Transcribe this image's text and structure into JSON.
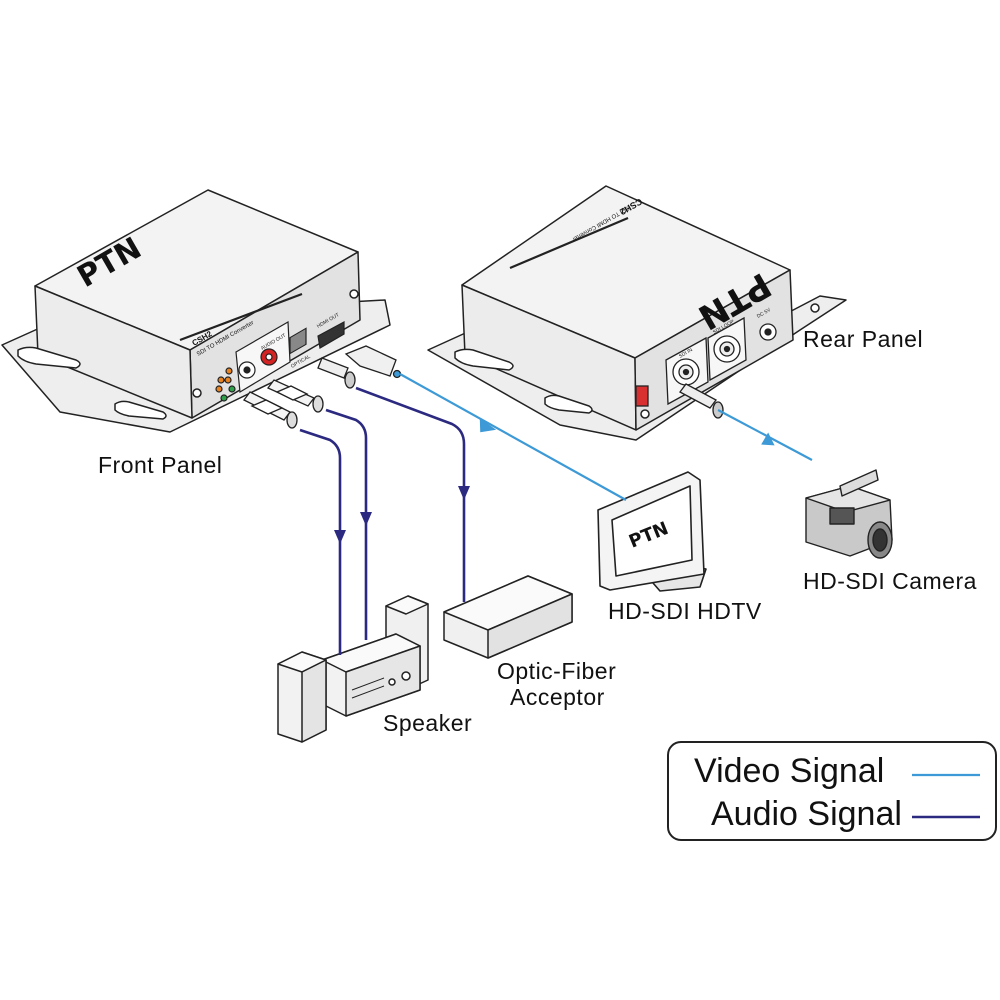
{
  "labels": {
    "front_panel": "Front Panel",
    "rear_panel": "Rear Panel",
    "hdtv": "HD-SDI HDTV",
    "camera": "HD-SDI Camera",
    "speaker": "Speaker",
    "optic_line1": "Optic-Fiber",
    "optic_line2": "Acceptor"
  },
  "device": {
    "brand": "PTN",
    "model": "CSH2",
    "subtitle": "SDI TO HDMI Converter",
    "port_audio_out": "AUDIO OUT",
    "port_hdmi_out": "HDMI OUT",
    "port_optical": "OPTICAL",
    "port_sdi_in": "SDI IN",
    "port_sdi_loop": "SDI LOOP",
    "port_dc": "DC 5V"
  },
  "legend": {
    "video": "Video Signal",
    "audio": "Audio Signal"
  },
  "colors": {
    "video": "#3d9ad6",
    "audio": "#2b2a80",
    "outline": "#222222",
    "body_fill": "#f1f1f1",
    "shade": "#d6d6d6",
    "led_orange": "#e8821e",
    "led_green": "#2ea04a",
    "rca_red": "#d42323",
    "dip_red": "#d83030"
  }
}
